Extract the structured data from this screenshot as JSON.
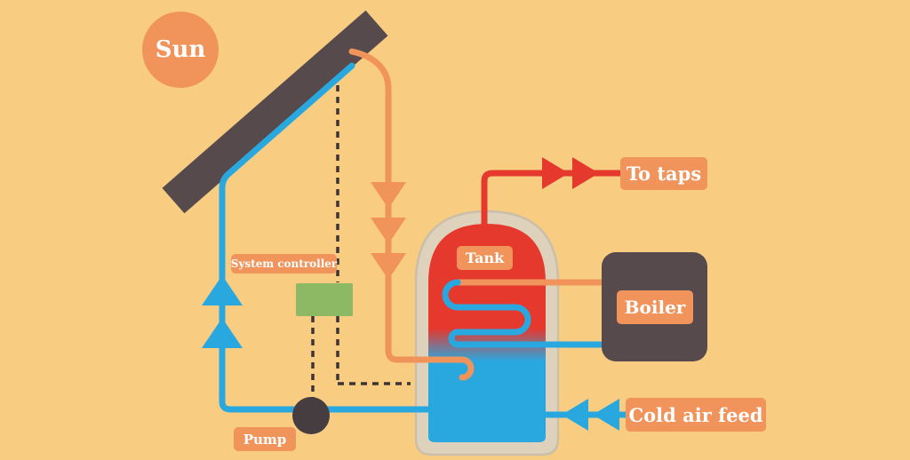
{
  "title": "Solar water heating system diagram",
  "labels": {
    "sun": "Sun",
    "system_controller": "System controller",
    "tank": "Tank",
    "to_taps": "To taps",
    "boiler": "Boiler",
    "cold_air_feed": "Cold air feed",
    "pump": "Pump"
  },
  "colors": {
    "background": "#f9cd81",
    "badge_orange": "#f0945b",
    "hot_pipe_orange": "#f0945b",
    "cold_pipe_blue": "#29a8e0",
    "hot_water_red": "#e6392e",
    "panel_dark": "#564a4c",
    "controller_green": "#8db964",
    "tank_shell": "#ded2bd"
  }
}
